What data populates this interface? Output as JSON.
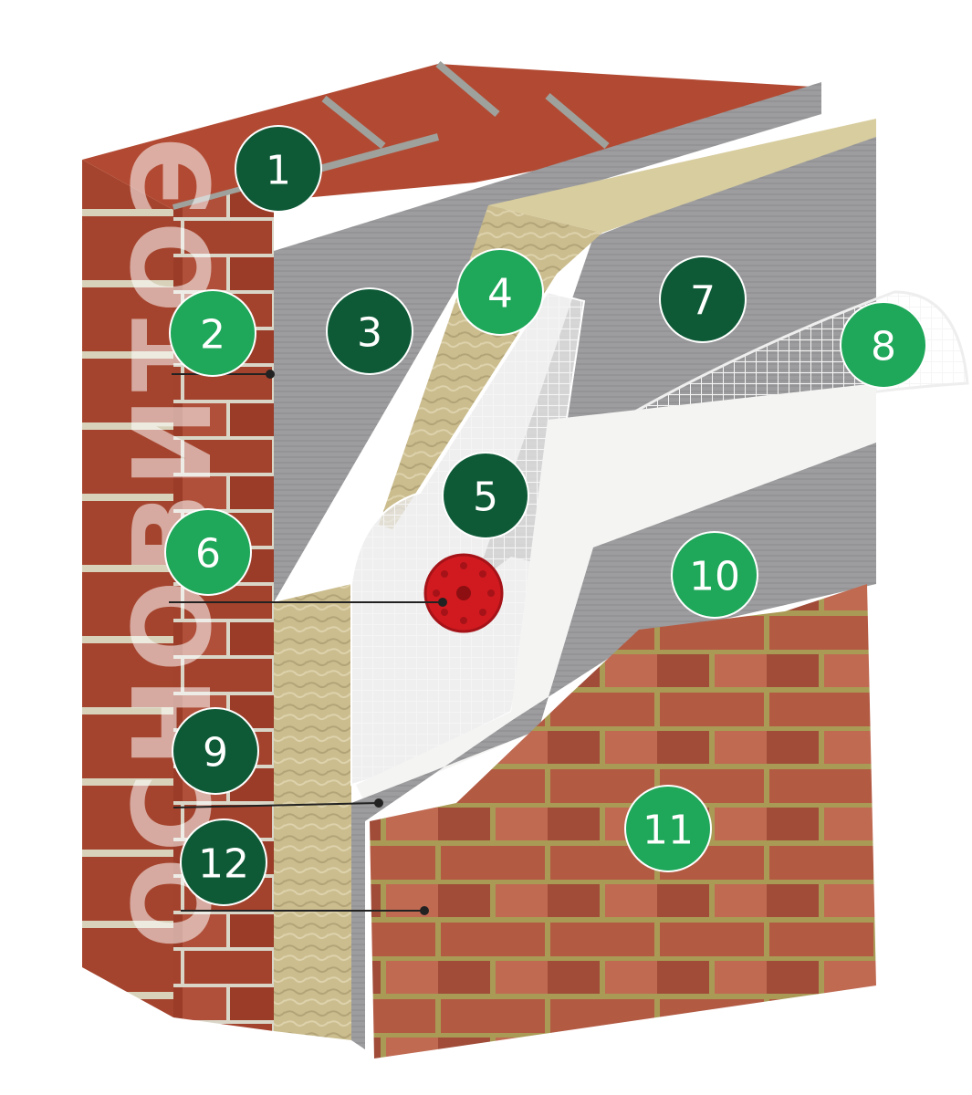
{
  "watermark": "OCHOBИТОЭ",
  "colors": {
    "badge_dark": "#0e5a37",
    "badge_light": "#1fa75a",
    "brick": "#a4432d",
    "brick_light": "#c56a48",
    "mortar": "#d9d6c8",
    "render_grey": "#9d9d9f",
    "wool": "#cbbd8e",
    "mesh": "#f2f2f2",
    "primer_white": "#f4f5f3",
    "dowel_red": "#d11a1f"
  },
  "callouts": [
    {
      "id": "1",
      "label": "1",
      "style": "dark"
    },
    {
      "id": "2",
      "label": "2",
      "style": "light"
    },
    {
      "id": "3",
      "label": "3",
      "style": "dark"
    },
    {
      "id": "4",
      "label": "4",
      "style": "light"
    },
    {
      "id": "5",
      "label": "5",
      "style": "dark"
    },
    {
      "id": "6",
      "label": "6",
      "style": "light"
    },
    {
      "id": "7",
      "label": "7",
      "style": "dark"
    },
    {
      "id": "8",
      "label": "8",
      "style": "light"
    },
    {
      "id": "9",
      "label": "9",
      "style": "dark"
    },
    {
      "id": "10",
      "label": "10",
      "style": "light"
    },
    {
      "id": "11",
      "label": "11",
      "style": "light"
    },
    {
      "id": "12",
      "label": "12",
      "style": "dark"
    }
  ]
}
